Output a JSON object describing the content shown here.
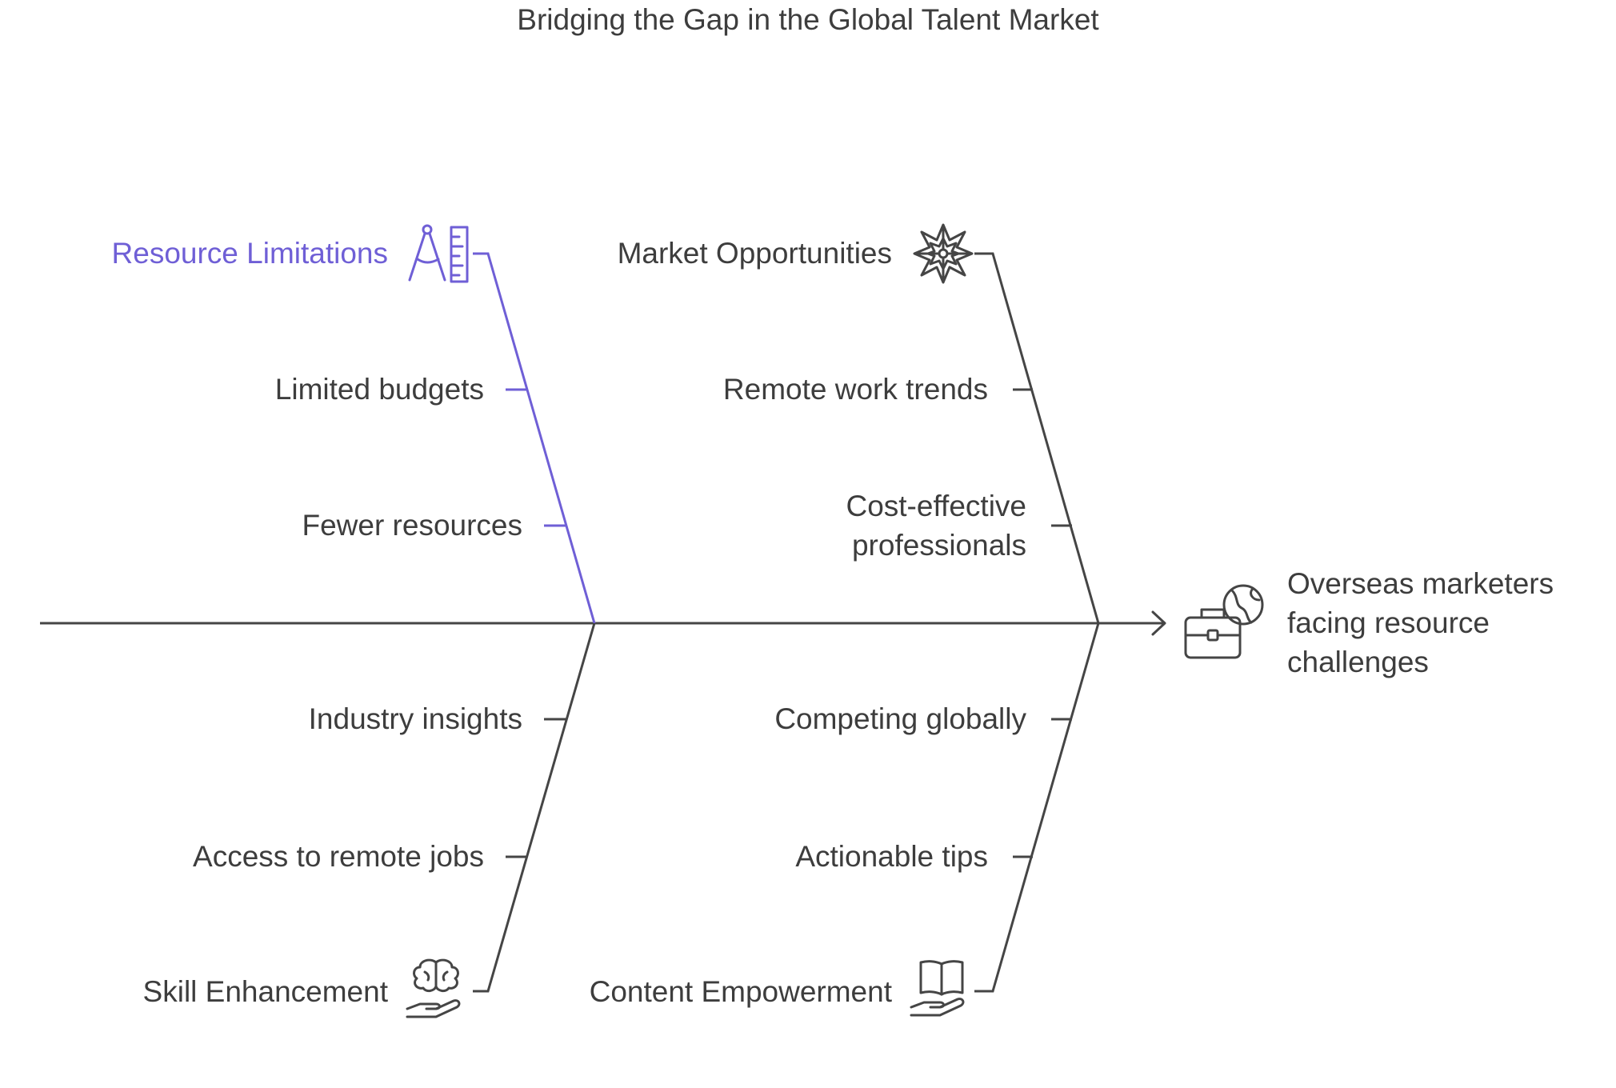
{
  "title": "Bridging the Gap in the Global Talent Market",
  "colors": {
    "accent": "#6f5fd6",
    "line": "#454545",
    "text": "#3d3d3d"
  },
  "head": {
    "label_lines": [
      "Overseas marketers",
      "facing resource",
      "challenges"
    ],
    "icon": "briefcase-globe-icon"
  },
  "categories": [
    {
      "name": "Resource Limitations",
      "icon": "ruler-compass-icon",
      "causes": [
        "Limited budgets",
        "Fewer resources"
      ]
    },
    {
      "name": "Market Opportunities",
      "icon": "starburst-icon",
      "causes": [
        "Remote work trends",
        "Cost-effective professionals"
      ],
      "cause_lines": [
        [
          "Remote work trends"
        ],
        [
          "Cost-effective",
          "professionals"
        ]
      ]
    },
    {
      "name": "Skill Enhancement",
      "icon": "brain-hand-icon",
      "causes": [
        "Industry insights",
        "Access to remote jobs"
      ]
    },
    {
      "name": "Content Empowerment",
      "icon": "book-hand-icon",
      "causes": [
        "Competing globally",
        "Actionable tips"
      ]
    }
  ]
}
